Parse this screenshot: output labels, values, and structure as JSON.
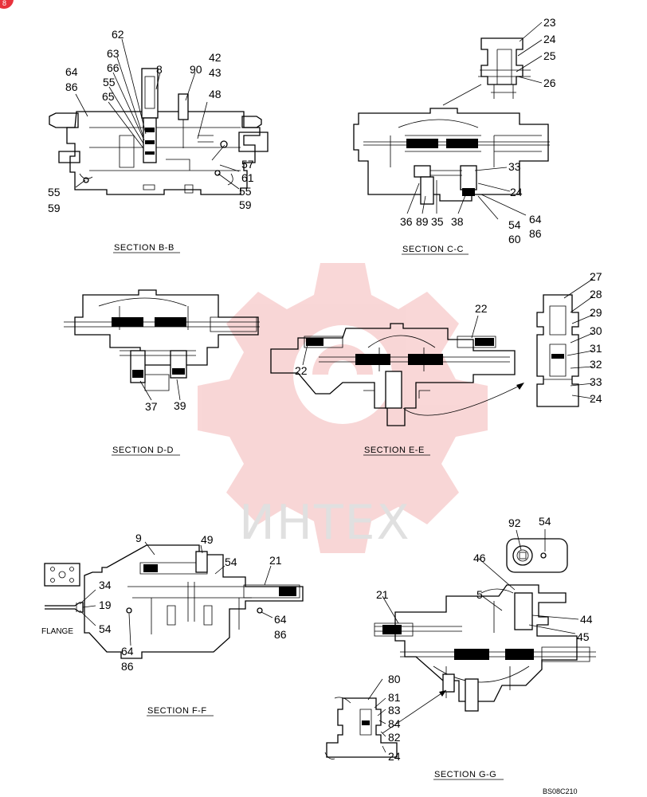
{
  "corner_badge": "8",
  "watermark_text": "ИНТЕХ",
  "figure_code": "BS08C210",
  "sections": {
    "bb": {
      "title": "SECTION  B-B",
      "labels": [
        "62",
        "63",
        "66",
        "55",
        "65",
        "8",
        "90",
        "42",
        "43",
        "48",
        "64",
        "86",
        "57",
        "61",
        "55",
        "59",
        "55",
        "59"
      ]
    },
    "cc": {
      "title": "SECTION  C-C",
      "labels": [
        "23",
        "24",
        "25",
        "26",
        "33",
        "24",
        "36",
        "89",
        "35",
        "38",
        "54",
        "60",
        "64",
        "86"
      ]
    },
    "dd": {
      "title": "SECTION  D-D",
      "labels": [
        "37",
        "39"
      ]
    },
    "ee": {
      "title": "SECTION  E-E",
      "labels": [
        "22",
        "22",
        "27",
        "28",
        "29",
        "30",
        "31",
        "32",
        "33",
        "24"
      ]
    },
    "ff": {
      "title": "SECTION  F-F",
      "flange": "FLANGE",
      "labels": [
        "9",
        "49",
        "54",
        "21",
        "34",
        "19",
        "54",
        "64",
        "86",
        "64",
        "86"
      ]
    },
    "gg": {
      "title": "SECTION  G-G",
      "labels": [
        "92",
        "54",
        "46",
        "5",
        "21",
        "44",
        "45",
        "80",
        "81",
        "83",
        "84",
        "82",
        "24"
      ]
    }
  },
  "colors": {
    "ink": "#000000",
    "watermark": "#f4b6b6",
    "badge": "#e8323c"
  }
}
